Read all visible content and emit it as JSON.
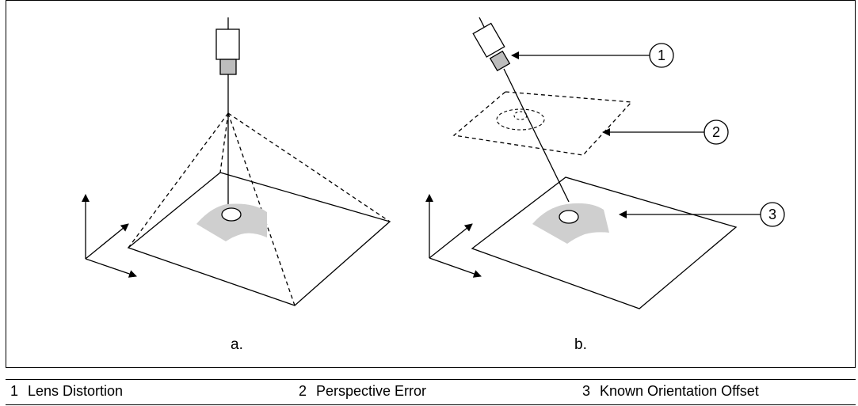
{
  "panels": {
    "a": {
      "label": "a."
    },
    "b": {
      "label": "b."
    }
  },
  "callouts": [
    {
      "number": "1"
    },
    {
      "number": "2"
    },
    {
      "number": "3"
    }
  ],
  "legend": {
    "items": [
      {
        "number": "1",
        "text": "Lens Distortion"
      },
      {
        "number": "2",
        "text": "Perspective Error"
      },
      {
        "number": "3",
        "text": "Known Orientation Offset"
      }
    ]
  },
  "colors": {
    "line": "#000000",
    "object_fill": "#cfcfcf",
    "lens_fill": "#bdbdbd"
  }
}
